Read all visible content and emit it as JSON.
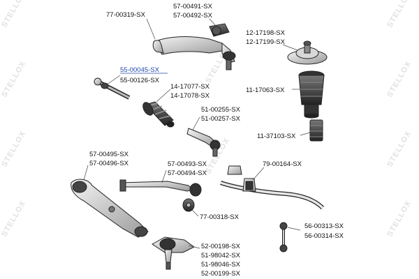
{
  "watermark": "STELLOX",
  "colors": {
    "highlight": "#1f4aa8",
    "text": "#111111",
    "line": "#444444"
  },
  "parts": {
    "upper_arm": [
      "77-00319-SX"
    ],
    "upper_arm_kit": [
      "57-00491-SX",
      "57-00492-SX"
    ],
    "strut_mount": [
      "12-17198-SX",
      "12-17199-SX"
    ],
    "tie_rod": [
      "55-00045-SX",
      "55-00126-SX"
    ],
    "steering_boot": [
      "14-17077-SX",
      "14-17078-SX"
    ],
    "shock_boot": [
      "11-17063-SX"
    ],
    "tie_rod_end": [
      "51-00255-SX",
      "51-00257-SX"
    ],
    "bump_stop": [
      "11-37103-SX"
    ],
    "lower_arm": [
      "57-00495-SX",
      "57-00496-SX"
    ],
    "strut_bar": [
      "57-00493-SX",
      "57-00494-SX"
    ],
    "stabilizer_bushing": [
      "79-00164-SX"
    ],
    "arm_bushing": [
      "77-00318-SX"
    ],
    "stabilizer_link": [
      "56-00313-SX",
      "56-00314-SX"
    ],
    "ball_joint": [
      "52-00198-SX",
      "51-98042-SX",
      "51-98046-SX",
      "52-00199-SX"
    ]
  }
}
